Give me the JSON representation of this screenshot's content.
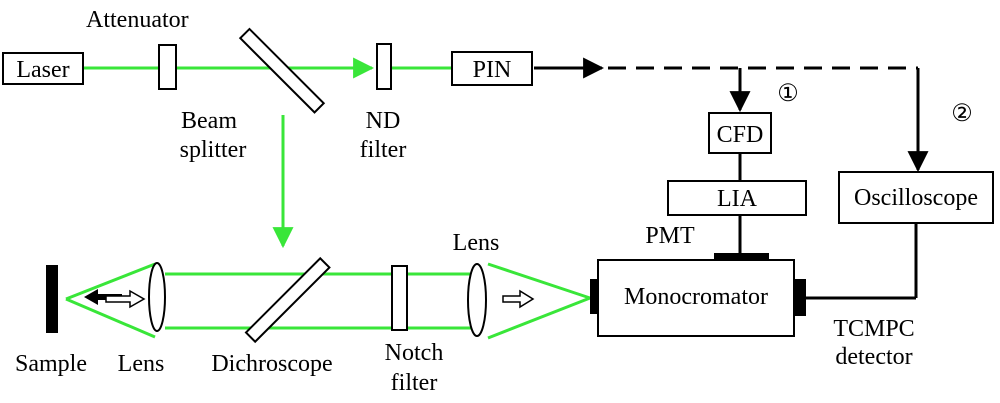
{
  "diagram": {
    "labels": {
      "laser": "Laser",
      "attenuator": "Attenuator",
      "beam_splitter_1": "Beam",
      "beam_splitter_2": "splitter",
      "nd_filter_1": "ND",
      "nd_filter_2": "filter",
      "pin": "PIN",
      "marker_1": "①",
      "marker_2": "②",
      "cfd": "CFD",
      "lia": "LIA",
      "pmt": "PMT",
      "oscilloscope": "Oscilloscope",
      "lens_top": "Lens",
      "monochromator": "Monocromator",
      "sample": "Sample",
      "lens_bottom": "Lens",
      "dichroscope": "Dichroscope",
      "notch_filter_1": "Notch",
      "notch_filter_2": "filter",
      "tcmpc_1": "TCMPC",
      "tcmpc_2": "detector"
    },
    "colors": {
      "beam": "#39e639",
      "line": "#000000"
    }
  }
}
